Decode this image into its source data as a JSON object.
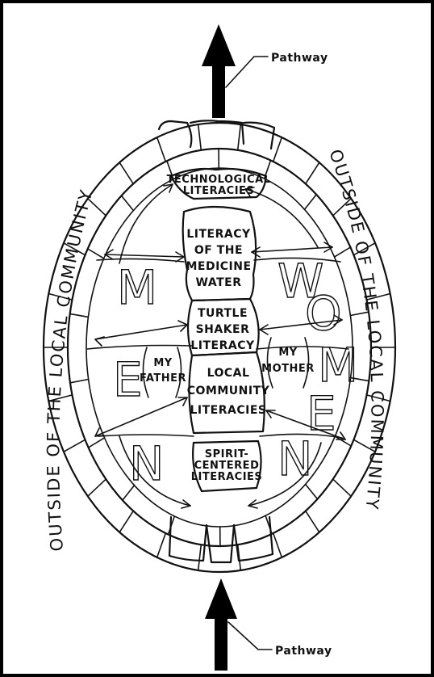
{
  "pathway_top": "Pathway",
  "pathway_bottom": "Pathway",
  "outside_left": "OUTSIDE OF THE LOCAL COMMUNITY",
  "outside_right": "OUTSIDE OF THE LOCAL COMMUNITY",
  "center": {
    "technological": [
      "TECHNOLOGICAL",
      "LITERACIES"
    ],
    "medicine_water": [
      "LITERACY",
      "OF THE",
      "MEDICINE",
      "WATER"
    ],
    "turtle_shaker": [
      "TURTLE",
      "SHAKER",
      "LITERACY"
    ],
    "local_community": [
      "LOCAL",
      "COMMUNITY",
      "LITERACIES"
    ],
    "spirit_centered": [
      "SPIRIT-",
      "CENTERED",
      "LITERACIES"
    ]
  },
  "men_letters": [
    "M",
    "E",
    "N"
  ],
  "women_letters": [
    "W",
    "O",
    "M",
    "E",
    "N"
  ],
  "my_father": [
    "MY",
    "FATHER"
  ],
  "my_mother": [
    "MY",
    "MOTHER"
  ]
}
